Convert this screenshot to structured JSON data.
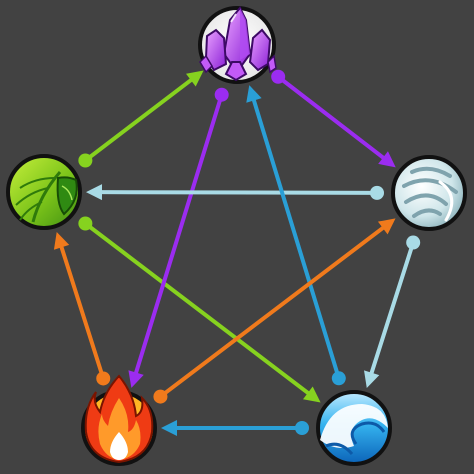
{
  "colors": {
    "background": "#424242",
    "crystal": "#9b2cf0",
    "leaf": "#86d21f",
    "wind": "#a9dbe6",
    "water": "#2a9fd6",
    "fire": "#f07a1c"
  },
  "nodes": [
    {
      "id": "crystal",
      "icon": "crystal-icon"
    },
    {
      "id": "leaf",
      "icon": "leaf-icon"
    },
    {
      "id": "wind",
      "icon": "wind-icon"
    },
    {
      "id": "water",
      "icon": "water-icon"
    },
    {
      "id": "fire",
      "icon": "fire-icon"
    }
  ],
  "edges": [
    {
      "from": "leaf",
      "to": "crystal",
      "color": "leaf"
    },
    {
      "from": "leaf",
      "to": "water",
      "color": "leaf"
    },
    {
      "from": "crystal",
      "to": "wind",
      "color": "crystal"
    },
    {
      "from": "crystal",
      "to": "fire",
      "color": "crystal"
    },
    {
      "from": "wind",
      "to": "leaf",
      "color": "wind"
    },
    {
      "from": "wind",
      "to": "water",
      "color": "wind"
    },
    {
      "from": "water",
      "to": "crystal",
      "color": "water"
    },
    {
      "from": "water",
      "to": "fire",
      "color": "water"
    },
    {
      "from": "fire",
      "to": "leaf",
      "color": "fire"
    },
    {
      "from": "fire",
      "to": "wind",
      "color": "fire"
    }
  ]
}
